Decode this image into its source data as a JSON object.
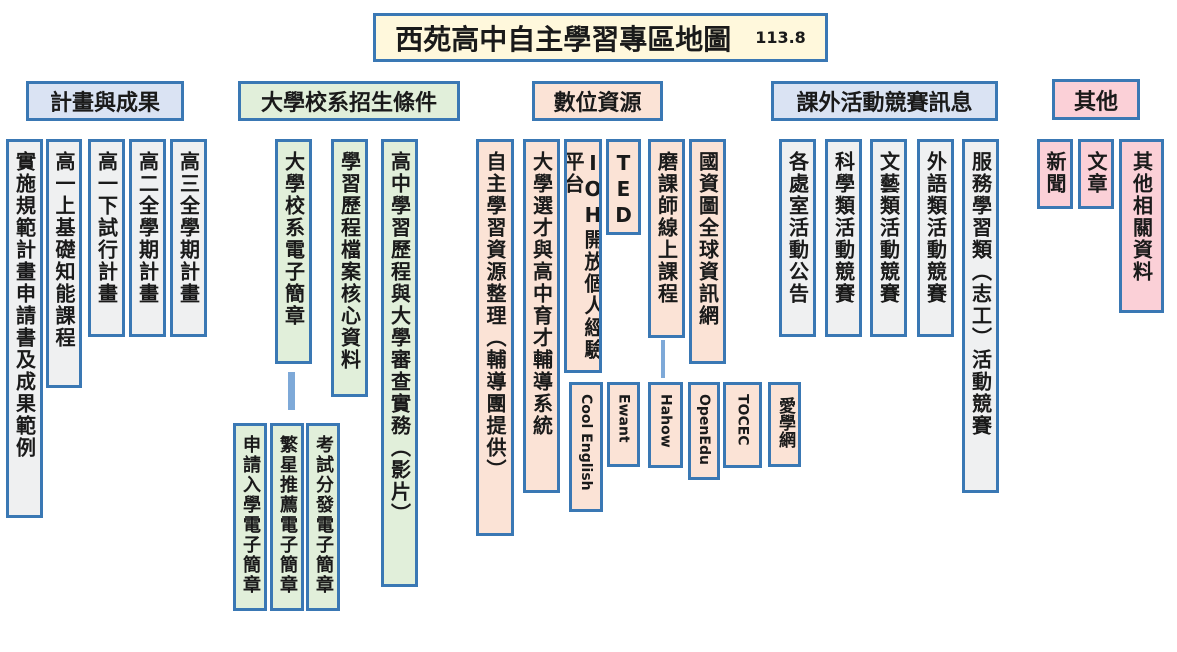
{
  "title": {
    "text": "西苑高中自主學習專區地圖",
    "version": "113.8"
  },
  "categories": {
    "plan": "計畫與成果",
    "admission": "大學校系招生條件",
    "digital": "數位資源",
    "activities": "課外活動競賽訊息",
    "other": "其他"
  },
  "plan_items": [
    "實施規範計畫申請書及成果範例",
    "高一上基礎知能課程",
    "高一下試行計畫",
    "高二全學期計畫",
    "高三全學期計畫"
  ],
  "admission_items": {
    "brochure": "大學校系電子簡章",
    "portfolio": "學習歷程檔案核心資料",
    "review": "高中學習歷程與大學審查實務（影片）",
    "sub": [
      "申請入學電子簡章",
      "繁星推薦電子簡章",
      "考試分發電子簡章"
    ]
  },
  "digital_items": {
    "self_study": "自主學習資源整理（輔導團提供）",
    "university": "大學選才與高中育才輔導系統",
    "ioh": "IOH開放個人經驗平台",
    "ted": "TED",
    "online": "磨課師線上課程",
    "ncl": "國資圖全球資訊網",
    "platforms": [
      "Cool English",
      "Ewant",
      "Hahow",
      "OpenEdu",
      "TOCEC",
      "愛學網"
    ]
  },
  "activity_items": [
    "各處室活動公告",
    "科學類活動競賽",
    "文藝類活動競賽",
    "外語類活動競賽",
    "服務學習類（志工）活動競賽"
  ],
  "other_items": [
    "新聞",
    "文章",
    "其他相關資料"
  ]
}
